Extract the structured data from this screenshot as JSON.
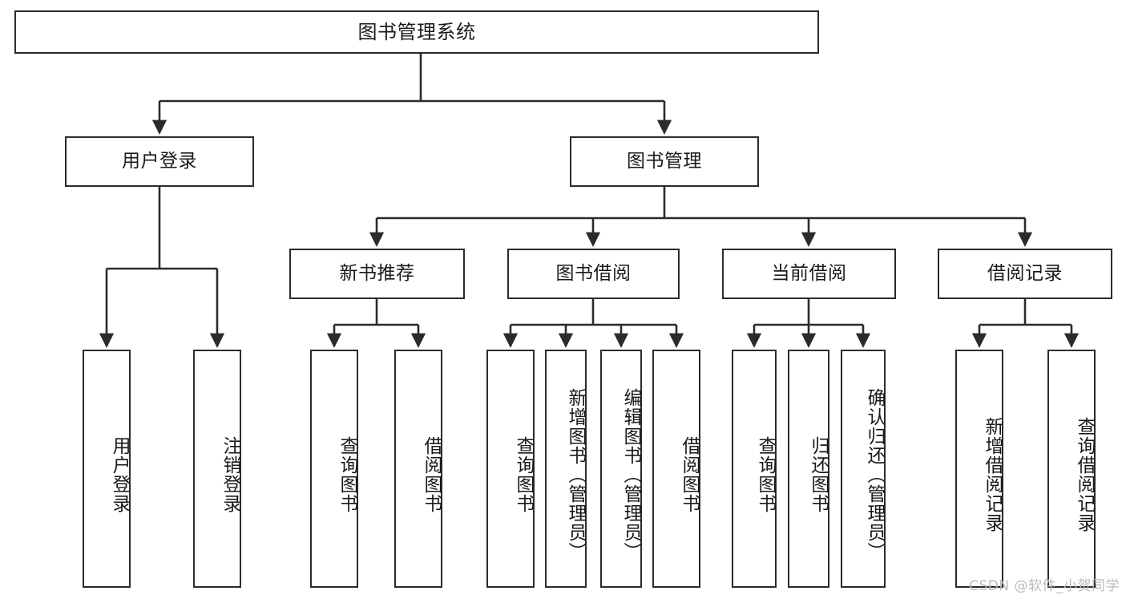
{
  "diagram": {
    "title": "图书管理系统",
    "watermark": "CSDN @软件_小贺同学",
    "stroke_color": "#2b2b2b",
    "text_color": "#1a1a1a",
    "background_color": "#ffffff",
    "watermark_color": "#b9b9b9"
  },
  "nodes": {
    "root": {
      "label": "图书管理系统",
      "level": 1,
      "orientation": "horizontal"
    },
    "level2": [
      {
        "id": "user-login",
        "label": "用户登录"
      },
      {
        "id": "book-management",
        "label": "图书管理"
      }
    ],
    "level3": [
      {
        "id": "new-book-recommend",
        "label": "新书推荐"
      },
      {
        "id": "book-borrow",
        "label": "图书借阅"
      },
      {
        "id": "current-borrow",
        "label": "当前借阅"
      },
      {
        "id": "borrow-record",
        "label": "借阅记录"
      }
    ],
    "leaves": {
      "user-login": [
        {
          "id": "leaf-user-login",
          "label": "用户登录"
        },
        {
          "id": "leaf-logout-login",
          "label": "注销登录"
        }
      ],
      "new-book-recommend": [
        {
          "id": "leaf-query-book-1",
          "label": "查询图书"
        },
        {
          "id": "leaf-borrow-book-1",
          "label": "借阅图书"
        }
      ],
      "book-borrow": [
        {
          "id": "leaf-query-book-2",
          "label": "查询图书"
        },
        {
          "id": "leaf-add-book-admin",
          "label": "新增图书（管理员）"
        },
        {
          "id": "leaf-edit-book-admin",
          "label": "编辑图书（管理员）"
        },
        {
          "id": "leaf-borrow-book-2",
          "label": "借阅图书"
        }
      ],
      "current-borrow": [
        {
          "id": "leaf-query-book-3",
          "label": "查询图书"
        },
        {
          "id": "leaf-return-book",
          "label": "归还图书"
        },
        {
          "id": "leaf-confirm-return-admin",
          "label": "确认归还（管理员）"
        }
      ],
      "borrow-record": [
        {
          "id": "leaf-add-borrow-record",
          "label": "新增借阅记录"
        },
        {
          "id": "leaf-query-borrow-record",
          "label": "查询借阅记录"
        }
      ]
    }
  }
}
